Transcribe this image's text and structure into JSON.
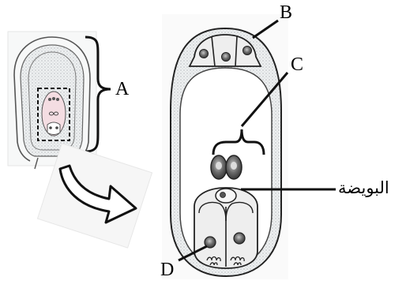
{
  "figure": {
    "labels": {
      "A": "A",
      "B": "B",
      "C": "C",
      "D": "D",
      "egg": "البويضة"
    },
    "colors": {
      "line": "#1a1a1a",
      "nucellus_fill": "#d9dde0",
      "embryo_sac_fill": "#c9ccd0",
      "cell_fill": "#eeeeee",
      "pink_region": "#f4dde2",
      "nucleus": "#6e6e6e"
    }
  }
}
